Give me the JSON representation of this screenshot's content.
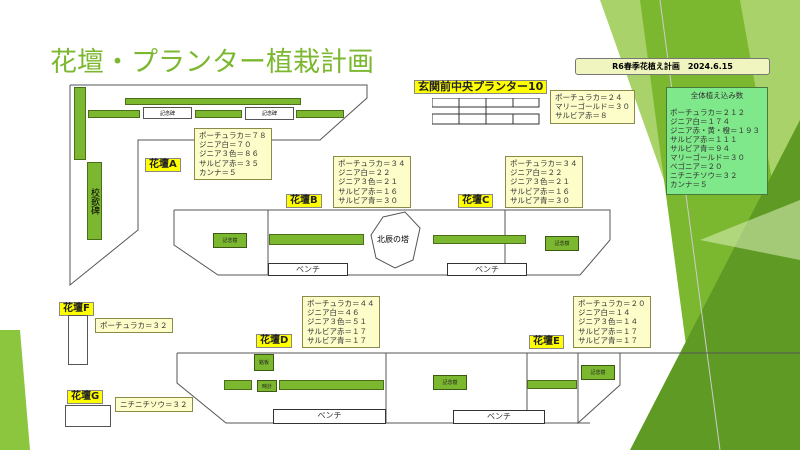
{
  "title": "花壇・プランター植栽計画",
  "plan_header": "R6春季花植え計画　2024.6.15",
  "planter": {
    "label": "玄関前中央プランター10",
    "items": "ポーチュラカ＝２４\nマリーゴールド＝３０\nサルビア赤＝８"
  },
  "total": {
    "title": "全体植え込み数",
    "items": "ポーチュラカ＝２１２\nジニア白＝１７４\nジニア赤・黄・橙＝１９３\nサルビア赤＝１１１\nサルビア青＝９４\nマリーゴールド＝３０\nベゴニア＝２０\nニチニチソウ＝３２\nカンナ＝５"
  },
  "beds": {
    "A": {
      "label": "花壇A",
      "items": "ポーチュラカ＝７８\nジニア白＝７０\nジニア３色＝８６\nサルビア赤＝３５\nカンナ＝５"
    },
    "B": {
      "label": "花壇B",
      "items": "ポーチュラカ＝３４\nジニア白＝２２\nジニア３色＝２１\nサルビア赤＝１６\nサルビア青＝３０"
    },
    "C": {
      "label": "花壇C",
      "items": "ポーチュラカ＝３４\nジニア白＝２２\nジニア３色＝２１\nサルビア赤＝１６\nサルビア青＝３０"
    },
    "D": {
      "label": "花壇D",
      "items": "ポーチュラカ＝４４\nジニア白＝４６\nジニア３色＝５１\nサルビア赤＝１７\nサルビア青＝１７"
    },
    "E": {
      "label": "花壇E",
      "items": "ポーチュラカ＝２０\nジニア白＝１４\nジニア３色＝１４\nサルビア赤＝１７\nサルビア青＝１７"
    },
    "F": {
      "label": "花壇F",
      "items": "ポーチュラカ＝３２"
    },
    "G": {
      "label": "花壇G",
      "items": "ニチニチソウ＝３２"
    }
  },
  "map": {
    "monument": "記念碑",
    "song_monument": "校歌碑",
    "tree": "記念樹",
    "tower": "北辰の塔",
    "bench": "ベンチ",
    "small1": "銘板",
    "small2": "時計"
  }
}
